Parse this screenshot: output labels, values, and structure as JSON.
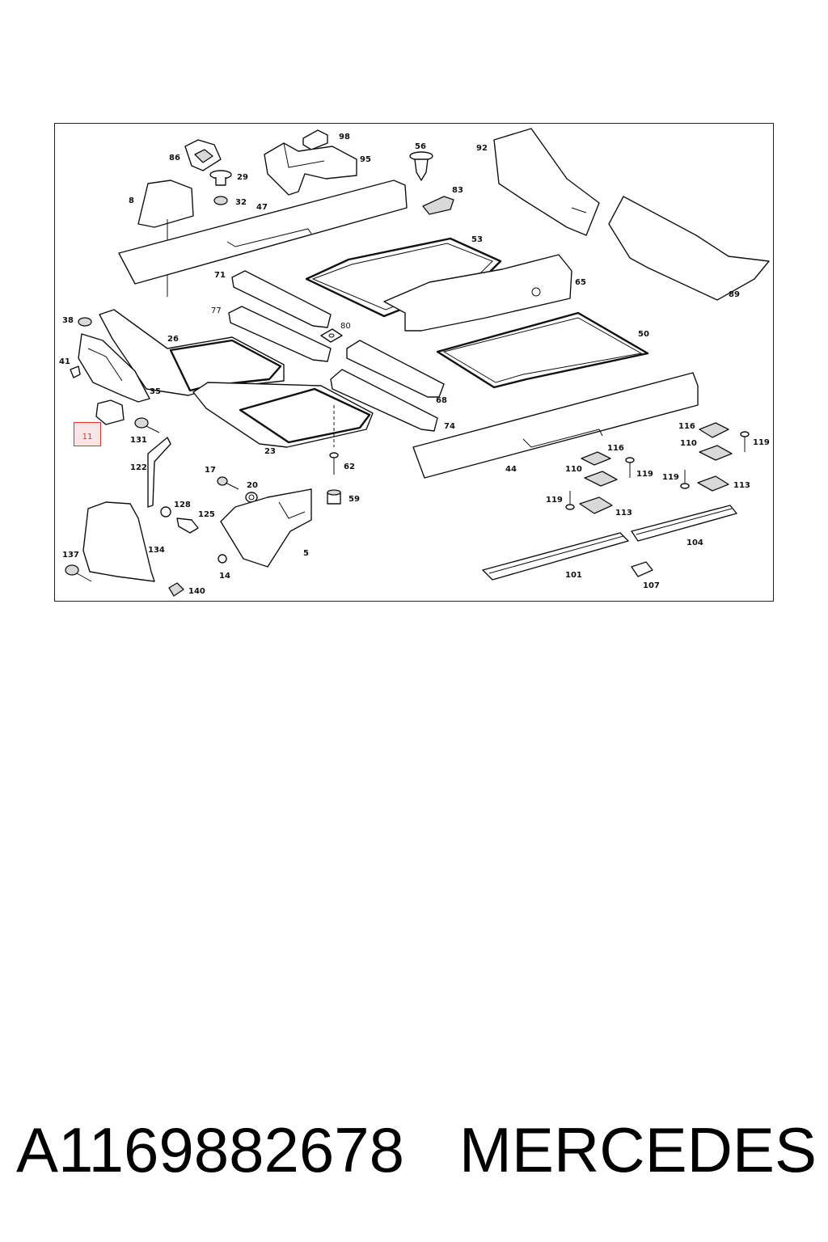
{
  "caption": {
    "part_number": "A1169882678",
    "brand": "MERCEDES"
  },
  "highlight": {
    "label": "11"
  },
  "callouts": {
    "c98": "98",
    "c86": "86",
    "c95": "95",
    "c56": "56",
    "c92": "92",
    "c29": "29",
    "c32": "32",
    "c47": "47",
    "c8": "8",
    "c83": "83",
    "c53": "53",
    "c71": "71",
    "c65": "65",
    "c89": "89",
    "c38": "38",
    "c77": "77",
    "c80": "80",
    "c50": "50",
    "c26": "26",
    "c41": "41",
    "c35": "35",
    "c68": "68",
    "c131": "131",
    "c23": "23",
    "c74": "74",
    "c116a": "116",
    "c116b": "116",
    "c110a": "110",
    "c110b": "110",
    "c119a": "119",
    "c119b": "119",
    "c119c": "119",
    "c119d": "119",
    "c122": "122",
    "c62": "62",
    "c44": "44",
    "c17": "17",
    "c20": "20",
    "c113a": "113",
    "c113b": "113",
    "c59": "59",
    "c128": "128",
    "c125": "125",
    "c134": "134",
    "c5": "5",
    "c104": "104",
    "c137": "137",
    "c14": "14",
    "c101": "101",
    "c107": "107",
    "c140": "140"
  }
}
